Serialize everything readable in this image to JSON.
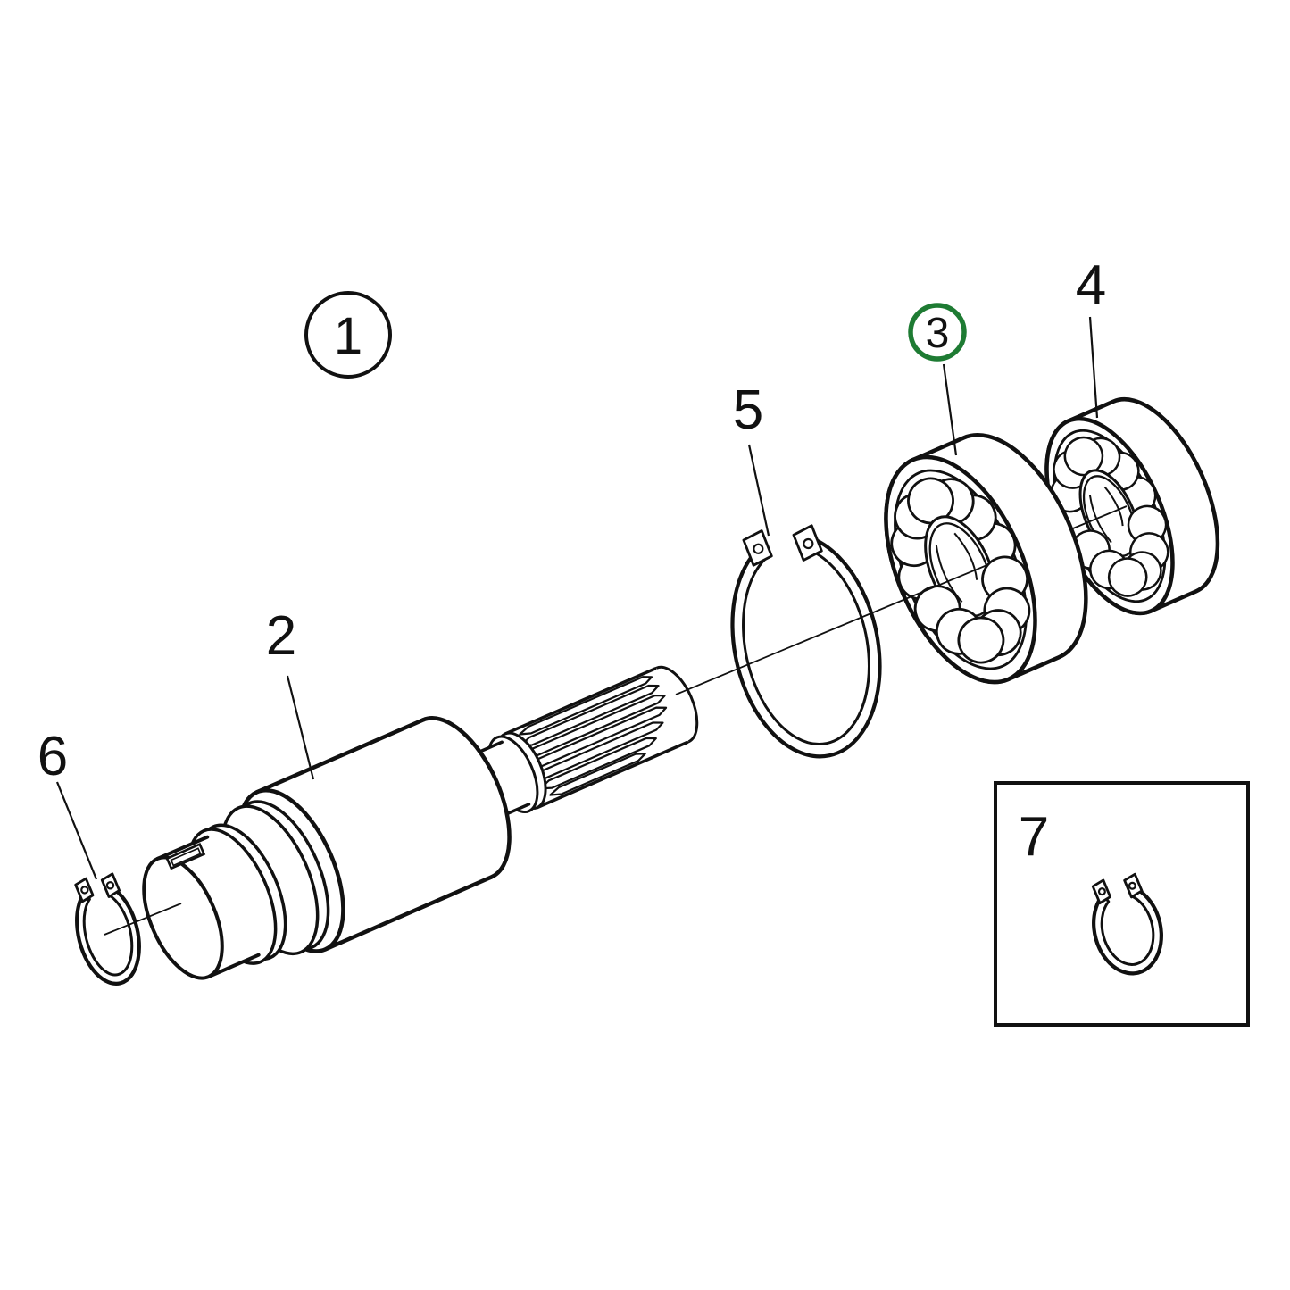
{
  "background": "#ffffff",
  "line_color": "#111111",
  "highlight_color": "#1e7b33",
  "callouts": [
    {
      "number": "1",
      "highlighted": false
    },
    {
      "number": "2",
      "highlighted": false
    },
    {
      "number": "3",
      "highlighted": true
    },
    {
      "number": "4",
      "highlighted": false
    },
    {
      "number": "5",
      "highlighted": false
    },
    {
      "number": "6",
      "highlighted": false
    },
    {
      "number": "7",
      "highlighted": false
    }
  ]
}
